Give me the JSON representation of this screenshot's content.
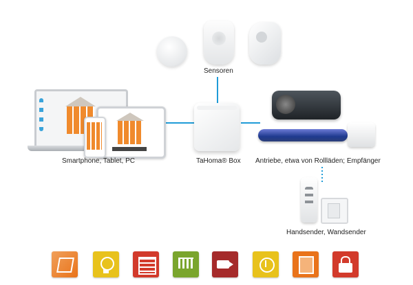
{
  "labels": {
    "sensors": "Sensoren",
    "devices": "Smartphone, Tablet, PC",
    "box": "TaHoma® Box",
    "drives": "Antriebe, etwa von Rollläden; Empfänger",
    "remotes": "Handsender, Wandsender"
  },
  "colors": {
    "connector": "#1e9bd7",
    "tile_orange": "#e9731a",
    "tile_yellow": "#e8c21c",
    "tile_red": "#d23a2b",
    "tile_green": "#7aa52d",
    "tile_darkred": "#a52a2a"
  },
  "icons": [
    "blinds-icon",
    "light-icon",
    "shutter-icon",
    "awning-icon",
    "camera-icon",
    "energy-plug-icon",
    "window-icon",
    "lock-icon"
  ]
}
